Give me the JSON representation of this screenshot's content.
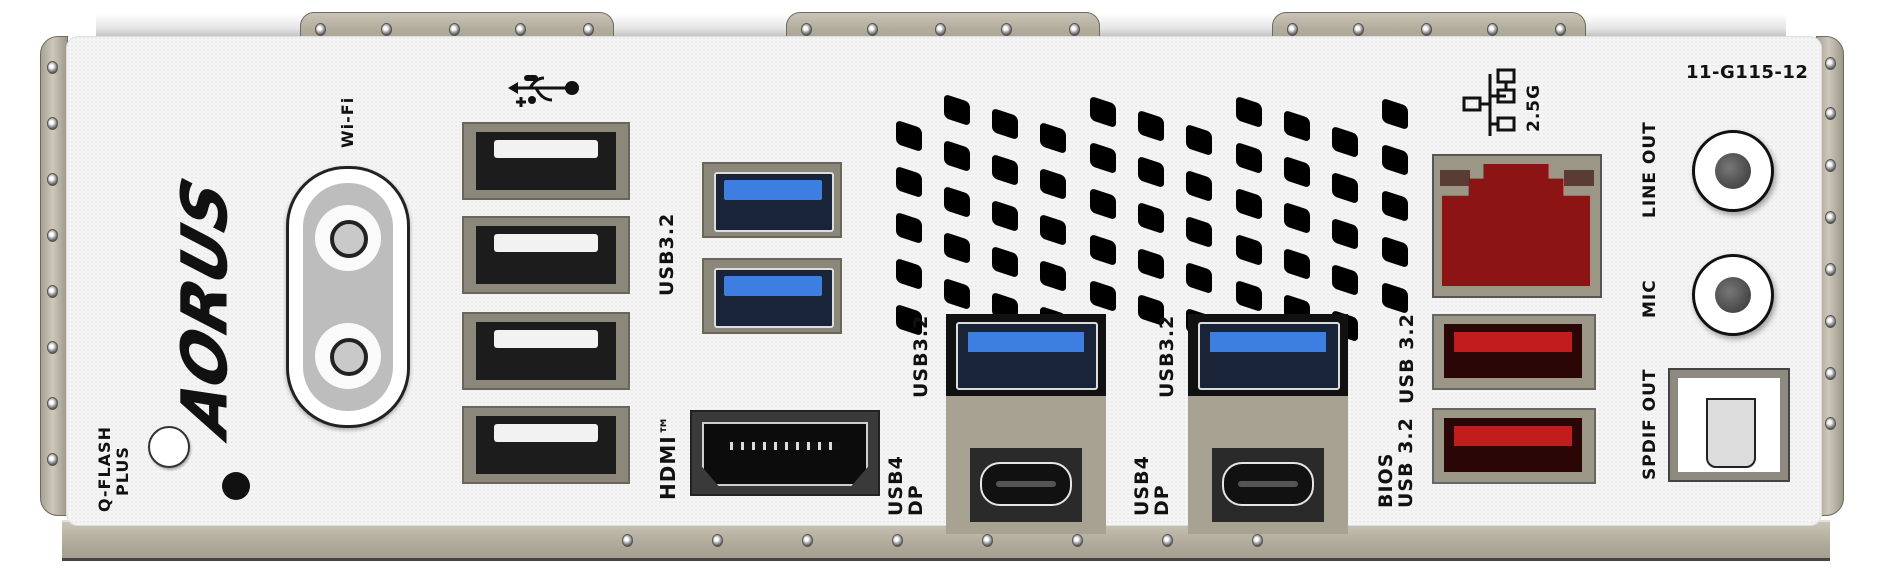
{
  "panel": {
    "part_number": "11-G115-12",
    "brand_logo": "AORUS",
    "colors": {
      "plate": "#f4f4f4",
      "frame": "#b4ae9e",
      "usb3_blue": "#3d7fe0",
      "usb_red": "#c21d1d",
      "lan_red": "#8d1414"
    }
  },
  "labels": {
    "wifi": "Wi-Fi",
    "usb_symbol": "usb-icon",
    "usb32_left": "USB3.2",
    "hdmi": "HDMI™",
    "usb32_stack1": "USB3.2",
    "usb4_dp_1": [
      "USB4",
      "DP"
    ],
    "usb32_stack2": "USB3.2",
    "usb4_dp_2": [
      "USB4",
      "DP"
    ],
    "lan_icon": "network-icon",
    "lan_speed": "2.5G",
    "usb32_red_top": "USB 3.2",
    "usb32_red_bottom": [
      "BIOS",
      "USB 3.2"
    ],
    "line_out": "LINE OUT",
    "mic": "MIC",
    "spdif_out": "SPDIF OUT",
    "qflash": [
      "Q-FLASH",
      "PLUS"
    ]
  },
  "ports": {
    "wifi_antenna": {
      "connectors": 2
    },
    "usb2_white": {
      "count": 4
    },
    "usb32_blue_left": {
      "count": 2
    },
    "hdmi": {
      "count": 1
    },
    "usb_stacks": [
      {
        "usb32": "USB3.2",
        "usb4": "USB4 DP"
      },
      {
        "usb32": "USB3.2",
        "usb4": "USB4 DP"
      }
    ],
    "lan": {
      "speed": "2.5G"
    },
    "usb32_red": {
      "count": 2
    },
    "audio": [
      "LINE OUT",
      "MIC"
    ],
    "optical": "SPDIF OUT"
  }
}
